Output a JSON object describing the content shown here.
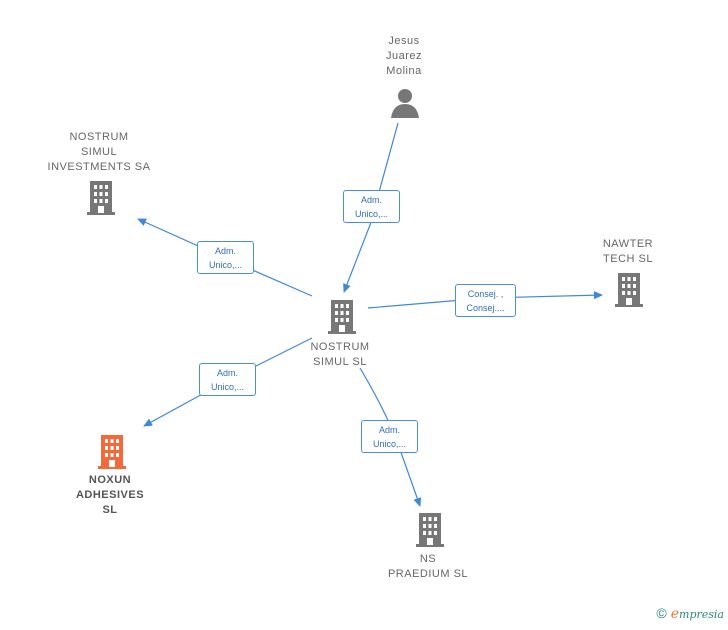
{
  "colors": {
    "company": "#777777",
    "highlight": "#f26a3b",
    "edge": "#3f88d6"
  },
  "nodes": {
    "person": {
      "lines": [
        "Jesus",
        "Juarez",
        "Molina"
      ],
      "icon": "person-icon"
    },
    "center": {
      "lines": [
        "NOSTRUM",
        "SIMUL  SL"
      ],
      "icon": "building-icon"
    },
    "investments": {
      "lines": [
        "NOSTRUM",
        "SIMUL",
        "INVESTMENTS SA"
      ],
      "icon": "building-icon"
    },
    "nawter": {
      "lines": [
        "NAWTER",
        "TECH  SL"
      ],
      "icon": "building-icon"
    },
    "noxun": {
      "lines": [
        "NOXUN",
        "ADHESIVES",
        "SL"
      ],
      "icon": "building-icon"
    },
    "praedium": {
      "lines": [
        "NS",
        "PRAEDIUM  SL"
      ],
      "icon": "building-icon"
    }
  },
  "edges": {
    "person_center": [
      "Adm.",
      "Unico,..."
    ],
    "center_investments": [
      "Adm.",
      "Unico,..."
    ],
    "center_nawter": [
      "Consej. ,",
      "Consej...."
    ],
    "center_noxun": [
      "Adm.",
      "Unico,..."
    ],
    "center_praedium": [
      "Adm.",
      "Unico,..."
    ]
  },
  "brand": {
    "copyright": "©",
    "e": "e",
    "rest": "mpresia"
  }
}
